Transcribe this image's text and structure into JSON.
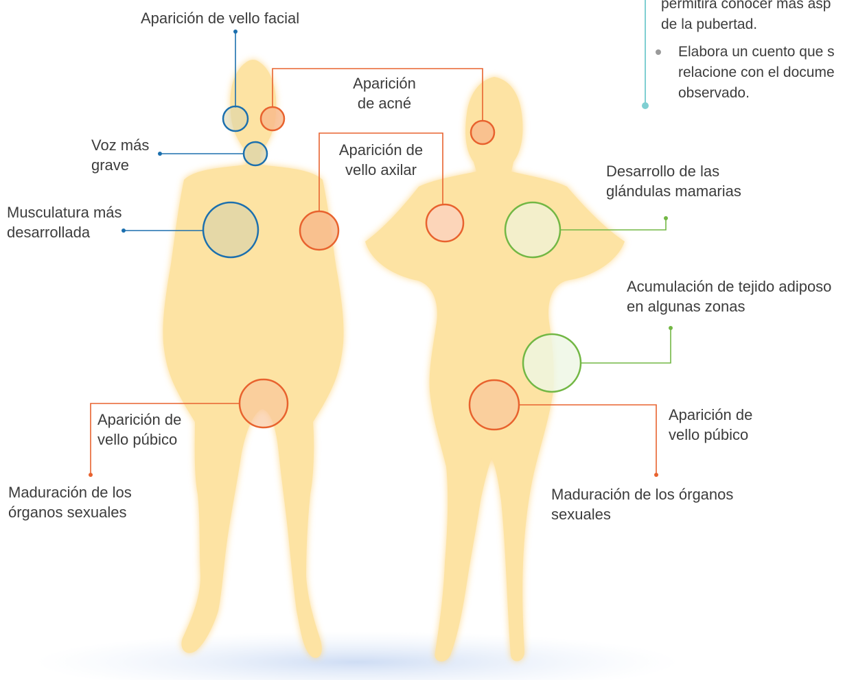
{
  "colors": {
    "skin": "#fde3a3",
    "skin_glow": "#fdd27a",
    "blue": "#1b6fae",
    "orange": "#e8622e",
    "green": "#72b744",
    "teal": "#7fcfd2",
    "text": "#3c3c3c"
  },
  "top_note": {
    "line1": "permitirá conocer más asp",
    "line2": "de la pubertad.",
    "bullet_line1": "Elabora un cuento que s",
    "bullet_line2": "relacione con el docume",
    "bullet_line3": "observado."
  },
  "male": {
    "facial_hair": "Aparición de vello facial",
    "voice_l1": "Voz más",
    "voice_l2": "grave",
    "muscle_l1": "Musculatura más",
    "muscle_l2": "desarrollada",
    "pubic_l1": "Aparición de",
    "pubic_l2": "vello púbico",
    "organs_l1": "Maduración de los",
    "organs_l2": "órganos sexuales"
  },
  "shared": {
    "acne_l1": "Aparición",
    "acne_l2": "de acné",
    "axillary_l1": "Aparición de",
    "axillary_l2": "vello axilar"
  },
  "female": {
    "breast_l1": "Desarrollo de las",
    "breast_l2": "glándulas mamarias",
    "fat_l1": "Acumulación de tejido adiposo",
    "fat_l2": "en algunas zonas",
    "pubic_l1": "Aparición de",
    "pubic_l2": "vello púbico",
    "organs_l1": "Maduración de los órganos",
    "organs_l2": "sexuales"
  }
}
